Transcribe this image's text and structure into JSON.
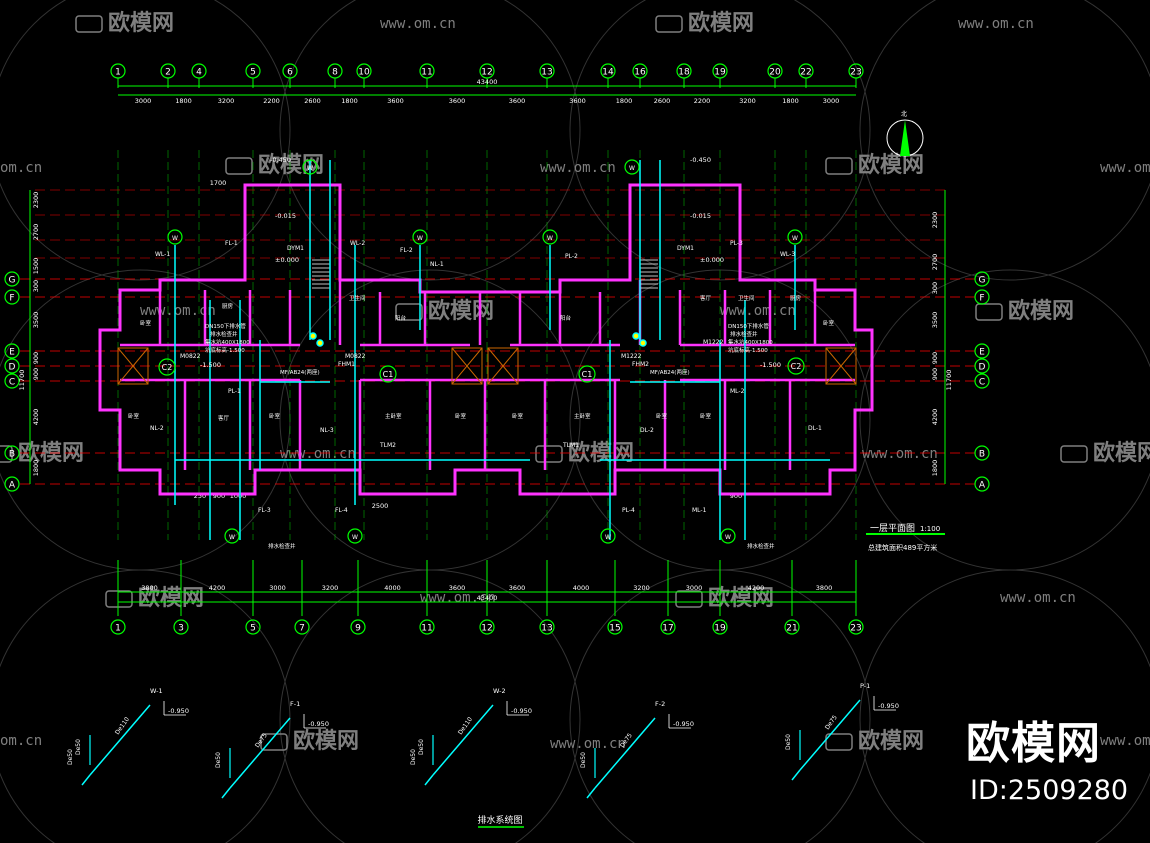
{
  "watermark": {
    "brand": "欧模网",
    "url": "www.om.cn",
    "url_short": "om.cn",
    "big_brand": "欧模网",
    "id_text": "ID:2509280"
  },
  "axes": {
    "top": [
      "1",
      "2",
      "4",
      "5",
      "6",
      "8",
      "10",
      "11",
      "12",
      "13",
      "14",
      "16",
      "18",
      "19",
      "20",
      "22",
      "23"
    ],
    "bottom": [
      "1",
      "3",
      "5",
      "7",
      "9",
      "11",
      "12",
      "13",
      "15",
      "17",
      "19",
      "21",
      "23"
    ],
    "left": [
      "G",
      "F",
      "E",
      "D",
      "C",
      "B",
      "A"
    ],
    "right": [
      "G",
      "F",
      "E",
      "D",
      "C",
      "B",
      "A"
    ]
  },
  "dimensions": {
    "top": [
      "3000",
      "1800",
      "3200",
      "2200",
      "2600",
      "1800",
      "3600",
      "3600",
      "3600",
      "3600",
      "1800",
      "2600",
      "2200",
      "3200",
      "1800",
      "3000"
    ],
    "top_total": "43400",
    "bottom": [
      "3800",
      "4200",
      "3000",
      "3200",
      "4000",
      "3600",
      "3600",
      "4000",
      "3200",
      "3000",
      "4200",
      "3800"
    ],
    "bottom_total": "43400",
    "left": [
      "2300",
      "2700",
      "1500",
      "300",
      "3500",
      "900",
      "900",
      "4200",
      "1800"
    ],
    "left_total": "11700",
    "right": [
      "2300",
      "2700",
      "300",
      "3500",
      "900",
      "900",
      "4200",
      "1800"
    ],
    "right_total": "11700",
    "misc": [
      "1700",
      "250",
      "900",
      "1000",
      "900",
      "2500"
    ]
  },
  "plan": {
    "title": "一层平面图",
    "scale": "1:100",
    "subtitle": "总建筑面积489平方米",
    "north": "北",
    "elevations": [
      "-0.450",
      "-0.015",
      "±0.000",
      "-1.500",
      "-0.450",
      "-0.015",
      "±0.000",
      "-1.500"
    ],
    "grid_circle_labels": [
      "C2",
      "C1",
      "C1",
      "C2"
    ],
    "door_labels": [
      "DYM1",
      "DYM1",
      "M0822",
      "M0822",
      "M1222",
      "M1222",
      "TLM2",
      "TLM1",
      "FHM1",
      "FHM2"
    ],
    "rooms": [
      "厨房",
      "卧室",
      "卧室",
      "客厅",
      "卫生间",
      "卧室",
      "主卧室",
      "卧室",
      "卧室",
      "主卧室",
      "卧室",
      "卧室",
      "卫生间",
      "客厅",
      "厨房",
      "卧室",
      "阳台",
      "阳台"
    ],
    "pipe_labels": [
      "WL-1",
      "FL-1",
      "FL-2",
      "WL-2",
      "NL-1",
      "NL-2",
      "NL-3",
      "FL-3",
      "FL-4",
      "PL-1",
      "PL-2",
      "PL-3",
      "PL-4",
      "ML-1",
      "ML-2",
      "DL-1",
      "DL-2",
      "WL-3"
    ],
    "notes": [
      "DN150下排水管",
      "排水检查井",
      "集水坑400X1800",
      "坑底标高-1.500",
      "MF/AB24(两座)",
      "DN150下排水管",
      "排水检查井",
      "集水坑400X1800",
      "坑底标高-1.500",
      "MF/AB24(两座)"
    ],
    "outlet_labels": [
      "排水检查井",
      "排水检查井"
    ]
  },
  "isometrics": {
    "title": "排水系统图",
    "items": [
      {
        "pipe": "W-1",
        "elev": "-0.950",
        "dn_a": "De110",
        "dn_b": "De50",
        "dn_c": "De50"
      },
      {
        "pipe": "F-1",
        "elev": "-0.950",
        "dn_a": "De75",
        "dn_b": "De50",
        "dn_c": ""
      },
      {
        "pipe": "W-2",
        "elev": "-0.950",
        "dn_a": "De110",
        "dn_b": "De50",
        "dn_c": "De50"
      },
      {
        "pipe": "F-2",
        "elev": "-0.950",
        "dn_a": "De75",
        "dn_b": "De50",
        "dn_c": ""
      },
      {
        "pipe": "P-1",
        "elev": "-0.950",
        "dn_a": "De75",
        "dn_b": "De50",
        "dn_c": ""
      }
    ]
  },
  "colors": {
    "background": "#000000",
    "axis_green": "#00ff00",
    "wall_magenta": "#ff33ff",
    "pipe_cyan": "#00ffff",
    "grid_red": "#ff0000",
    "text_white": "#ffffff",
    "text_yellow": "#ffff00",
    "watermark": "#7f7f7f"
  }
}
